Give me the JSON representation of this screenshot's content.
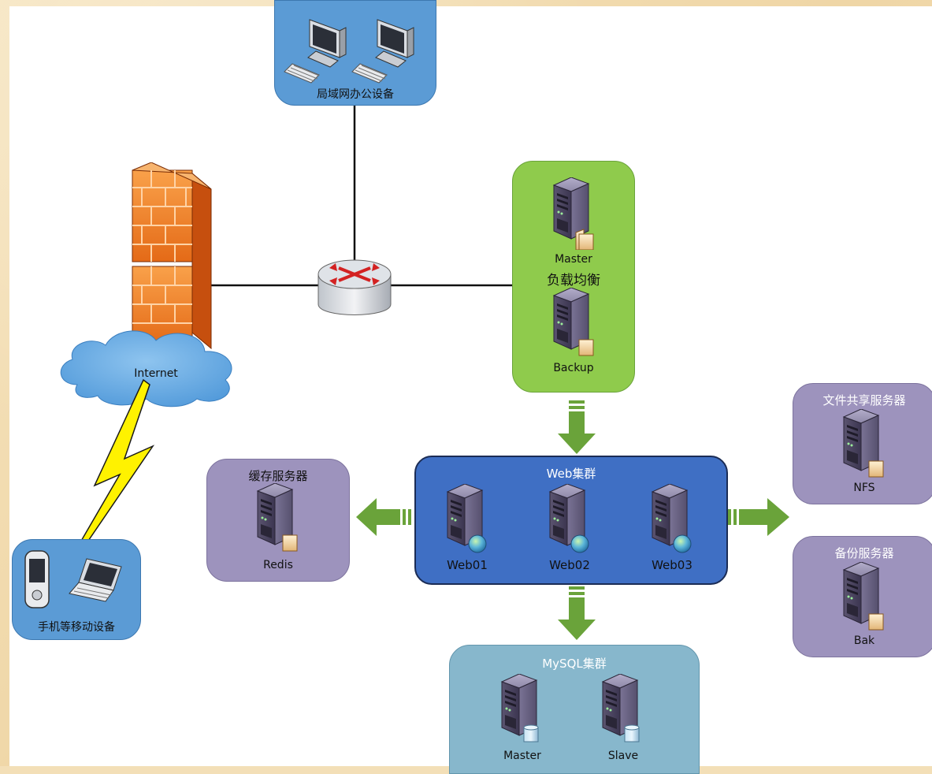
{
  "lan": {
    "label": "局域网办公设备"
  },
  "internet": {
    "label": "Internet"
  },
  "mobile": {
    "label": "手机等移动设备"
  },
  "load_balancer": {
    "master_label": "Master",
    "title": "负载均衡",
    "backup_label": "Backup"
  },
  "web_cluster": {
    "title": "Web集群",
    "nodes": [
      "Web01",
      "Web02",
      "Web03"
    ]
  },
  "cache": {
    "title": "缓存服务器",
    "node": "Redis"
  },
  "file_share": {
    "title": "文件共享服务器",
    "node": "NFS"
  },
  "backup_server": {
    "title": "备份服务器",
    "node": "Bak"
  },
  "mysql_cluster": {
    "title": "MySQL集群",
    "nodes": [
      "Master",
      "Slave"
    ]
  },
  "colors": {
    "lan_box": "#5b9bd5",
    "load_balancer_box": "#8fcb4c",
    "web_cluster_box": "#3f6fc4",
    "purple_box": "#9d93bd",
    "mysql_box": "#87b7cc",
    "arrow": "#6aa33a",
    "firewall": "#f08a2c"
  }
}
